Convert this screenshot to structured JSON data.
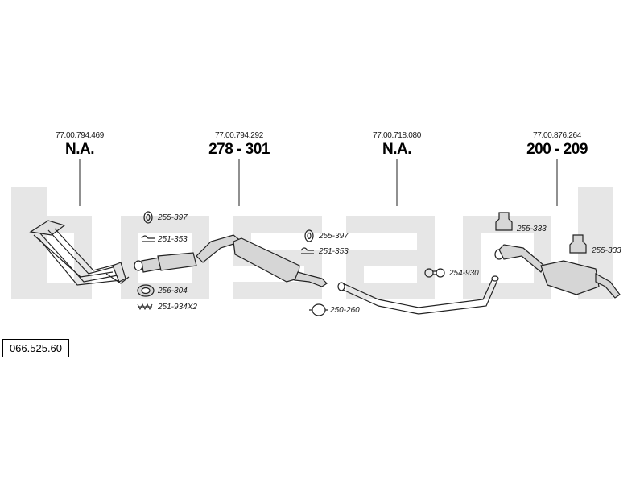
{
  "sections": [
    {
      "oe_number": "77.00.794.469",
      "reference": "N.A."
    },
    {
      "oe_number": "77.00.794.292",
      "reference": "278 - 301"
    },
    {
      "oe_number": "77.00.718.080",
      "reference": "N.A."
    },
    {
      "oe_number": "77.00.876.264",
      "reference": "200 - 209"
    }
  ],
  "parts": [
    {
      "label": "255-397"
    },
    {
      "label": "251-353"
    },
    {
      "label": "256-304"
    },
    {
      "label": "251-934X2"
    },
    {
      "label": "255-397"
    },
    {
      "label": "251-353"
    },
    {
      "label": "250-260"
    },
    {
      "label": "254-930"
    },
    {
      "label": "255-333"
    },
    {
      "label": "255-333"
    }
  ],
  "catalog_number": "066.525.60",
  "colors": {
    "line": "#222222",
    "watermark": "#e6e6e6",
    "part_fill": "#d6d6d6"
  }
}
